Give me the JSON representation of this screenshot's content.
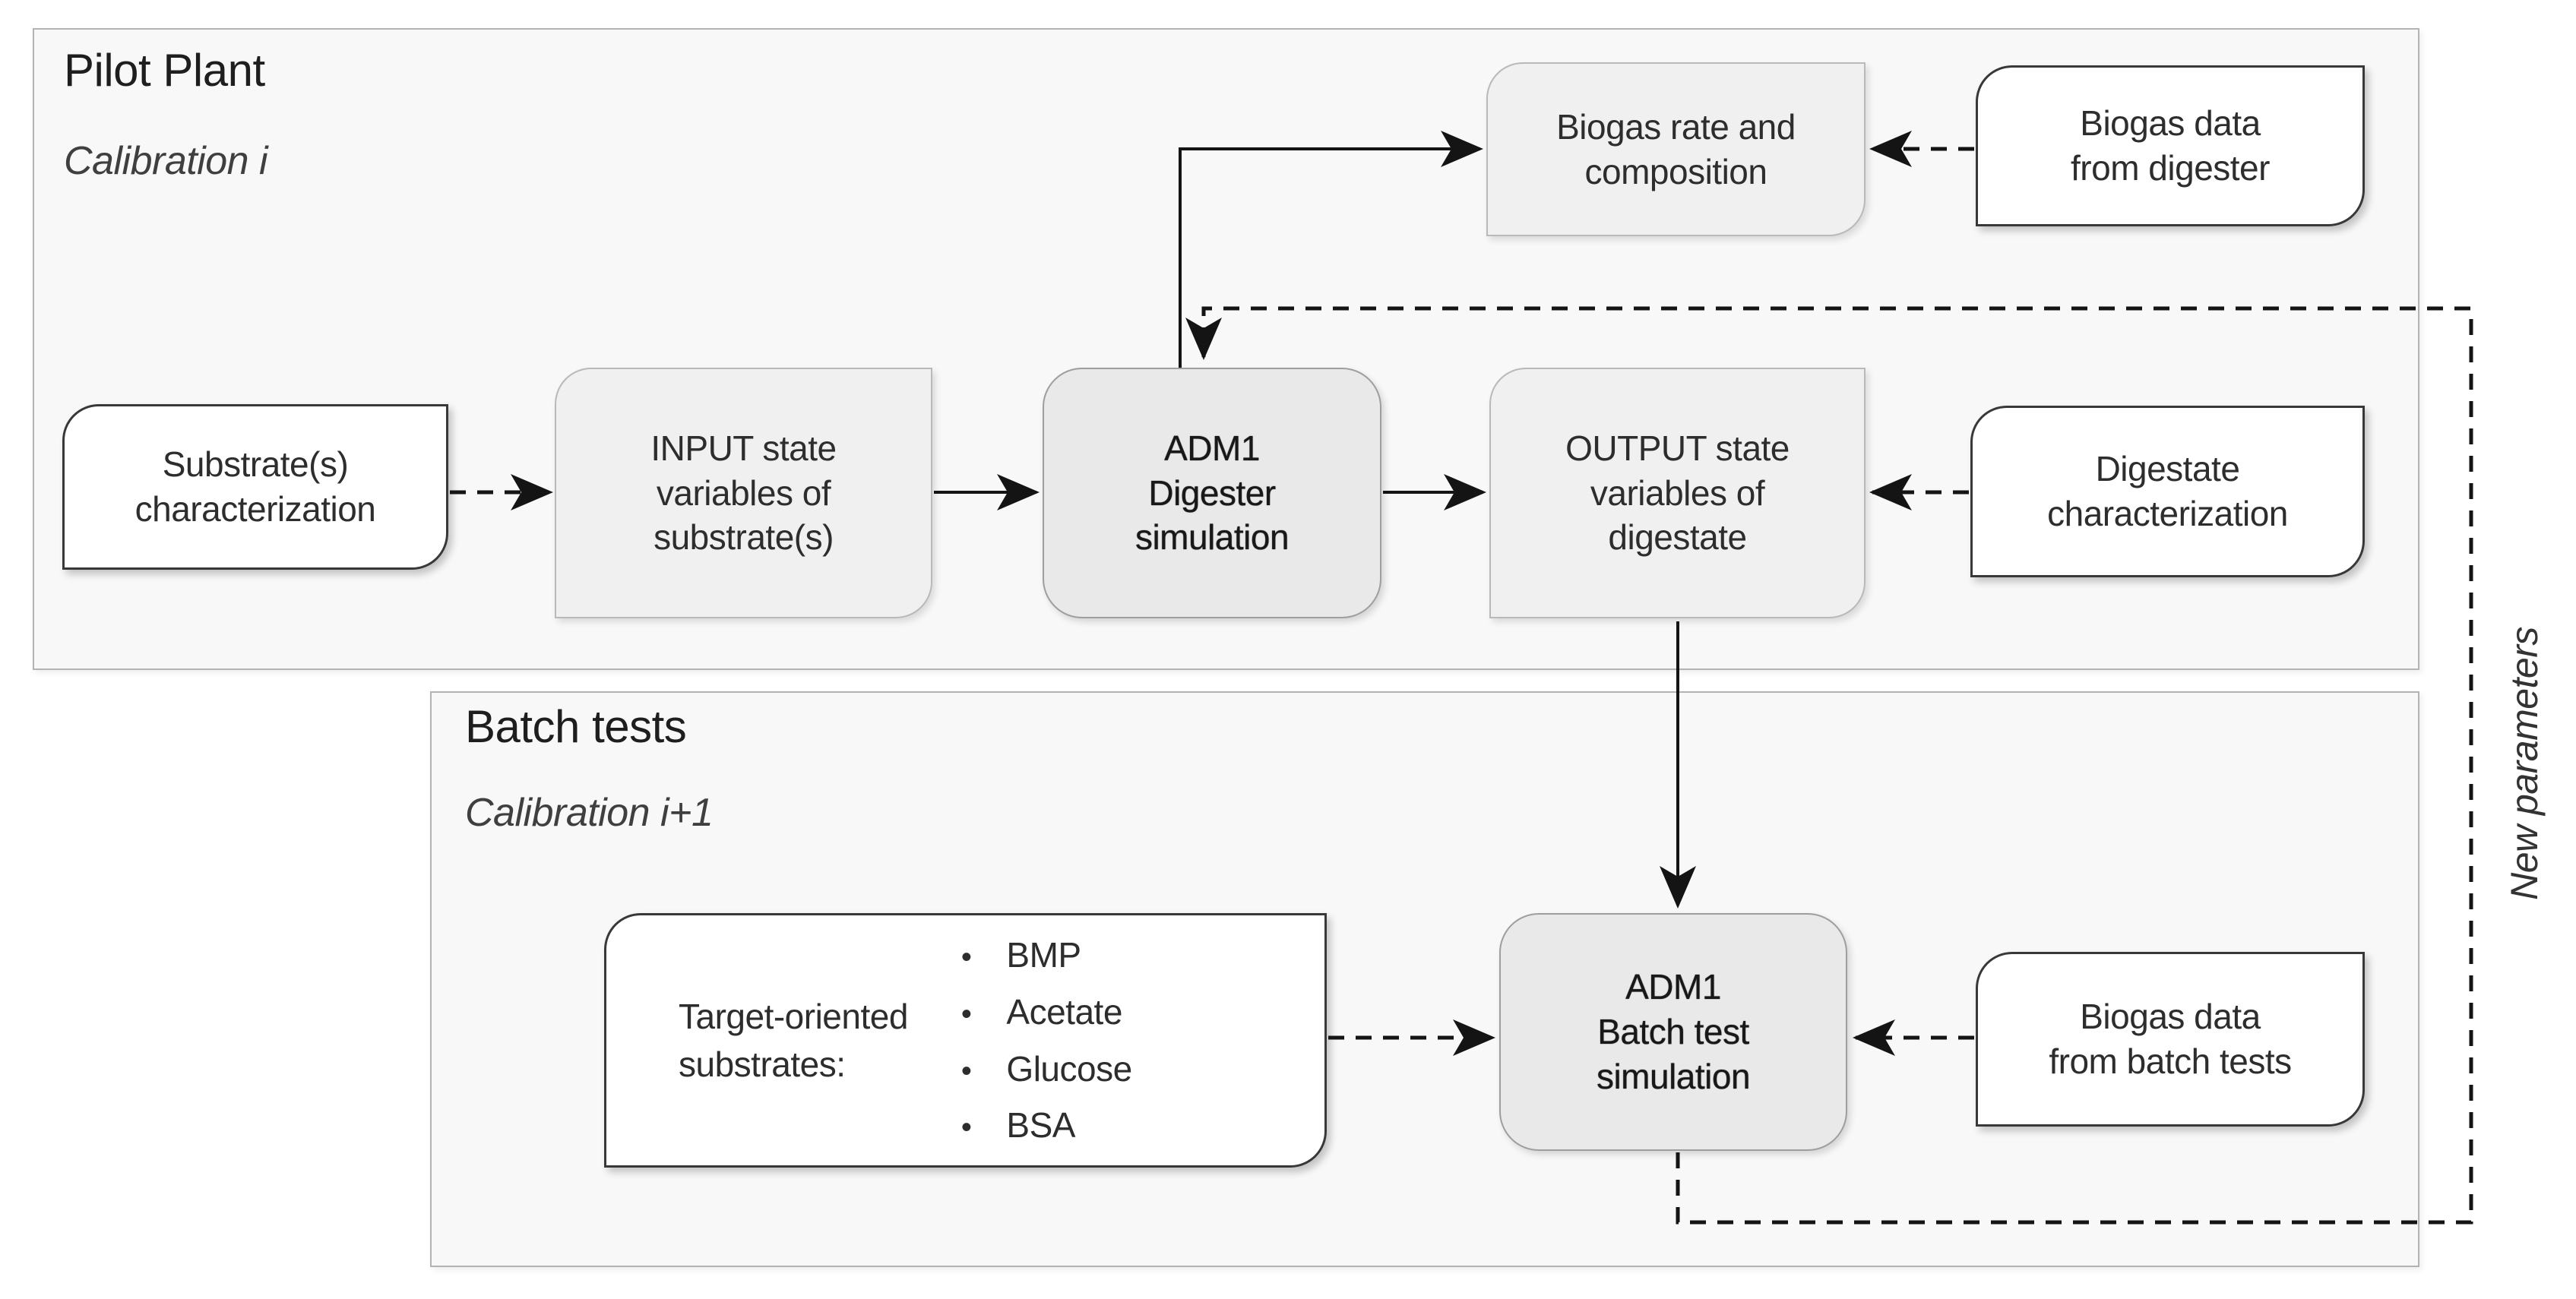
{
  "sections": {
    "pilot": {
      "title": "Pilot Plant",
      "subtitle": "Calibration i"
    },
    "batch": {
      "title": "Batch tests",
      "subtitle": "Calibration i+1"
    }
  },
  "nodes": {
    "substrate_characterization": {
      "label": "Substrate(s)\ncharacterization"
    },
    "input_state_variables": {
      "label": "INPUT state\nvariables of\nsubstrate(s)"
    },
    "adm1_digester_simulation": {
      "label": "ADM1\nDigester\nsimulation"
    },
    "output_state_variables": {
      "label": "OUTPUT state\nvariables of\ndigestate"
    },
    "biogas_rate_composition": {
      "label": "Biogas rate and\ncomposition"
    },
    "biogas_data_digester": {
      "label": "Biogas data\nfrom digester"
    },
    "digestate_characterization": {
      "label": "Digestate\ncharacterization"
    },
    "target_substrates": {
      "label": "Target-oriented\nsubstrates:",
      "bullet_glyph": "•",
      "bullets": [
        "BMP",
        "Acetate",
        "Glucose",
        "BSA"
      ]
    },
    "adm1_batch_simulation": {
      "label": "ADM1\nBatch test\nsimulation"
    },
    "biogas_data_batch": {
      "label": "Biogas data\nfrom batch tests"
    }
  },
  "annotations": {
    "new_parameters": "New parameters"
  },
  "colors": {
    "container_fill": "#f8f8f8",
    "container_border": "#b3b3b3",
    "data_gray_fill": "#f0f0f0",
    "data_gray_border": "#b9b9b9",
    "process_fill": "#e9e9e9",
    "process_border": "#9e9e9e",
    "doc_white_fill": "#ffffff",
    "doc_white_border": "#383838",
    "arrow": "#141414",
    "text": "#2d2d2d"
  }
}
